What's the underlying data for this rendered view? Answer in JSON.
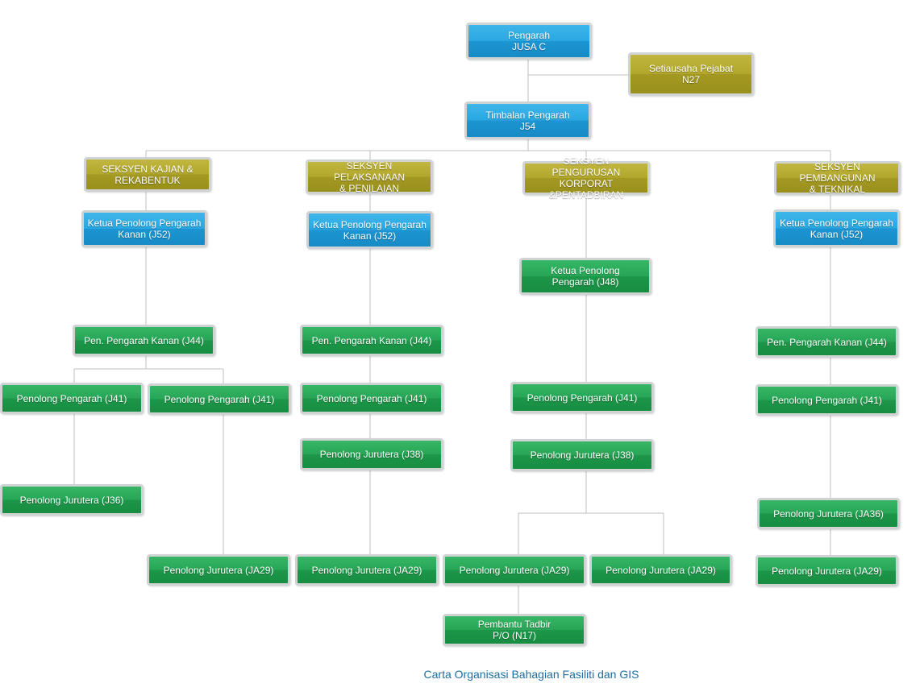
{
  "title": "Carta Organisasi Bahagian Fasiliti dan GIS",
  "colors": {
    "blue": "#29a7e2",
    "olive": "#b2a72c",
    "green": "#28a556",
    "line": "#bfbfbf",
    "caption": "#1a6ea3"
  },
  "nodes": {
    "pengarah": [
      "Pengarah",
      "JUSA C"
    ],
    "setiausaha": [
      "Setiausaha Pejabat",
      "N27"
    ],
    "timbalan": [
      "Timbalan Pengarah",
      "J54"
    ],
    "s1": {
      "section": [
        "SEKSYEN KAJIAN &",
        "REKABENTUK"
      ],
      "ketua": [
        "Ketua Penolong Pengarah",
        "Kanan (J52)"
      ],
      "ppk": "Pen. Pengarah Kanan (J44)",
      "pp_a": "Penolong Pengarah (J41)",
      "pp_b": "Penolong Pengarah (J41)",
      "pj_j36": "Penolong Jurutera (J36)",
      "pj_ja29": "Penolong Jurutera (JA29)"
    },
    "s2": {
      "section": [
        "SEKSYEN PELAKSANAAN",
        "& PENILAIAN"
      ],
      "ketua": [
        "Ketua Penolong Pengarah",
        "Kanan (J52)"
      ],
      "ppk": "Pen. Pengarah Kanan (J44)",
      "pp": "Penolong Pengarah (J41)",
      "pj_j38": "Penolong Jurutera (J38)",
      "pj_ja29": "Penolong Jurutera (JA29)"
    },
    "s3": {
      "section": [
        "SEKSYEN PENGURUSAN",
        "KORPORAT &PENTADBIRAN"
      ],
      "ketua": [
        "Ketua Penolong",
        "Pengarah (J48)"
      ],
      "pp": "Penolong Pengarah (J41)",
      "pj_j38": "Penolong Jurutera (J38)",
      "pj_ja29_a": "Penolong Jurutera (JA29)",
      "pj_ja29_b": "Penolong Jurutera (JA29)",
      "pembantu": [
        "Pembantu Tadbir",
        "P/O (N17)"
      ]
    },
    "s4": {
      "section": [
        "SEKSYEN PEMBANGUNAN",
        "& TEKNIKAL"
      ],
      "ketua": [
        "Ketua Penolong Pengarah",
        "Kanan (J52)"
      ],
      "ppk": "Pen. Pengarah Kanan (J44)",
      "pp": "Penolong Pengarah (J41)",
      "pj_ja36": "Penolong Jurutera (JA36)",
      "pj_ja29": "Penolong Jurutera (JA29)"
    }
  }
}
